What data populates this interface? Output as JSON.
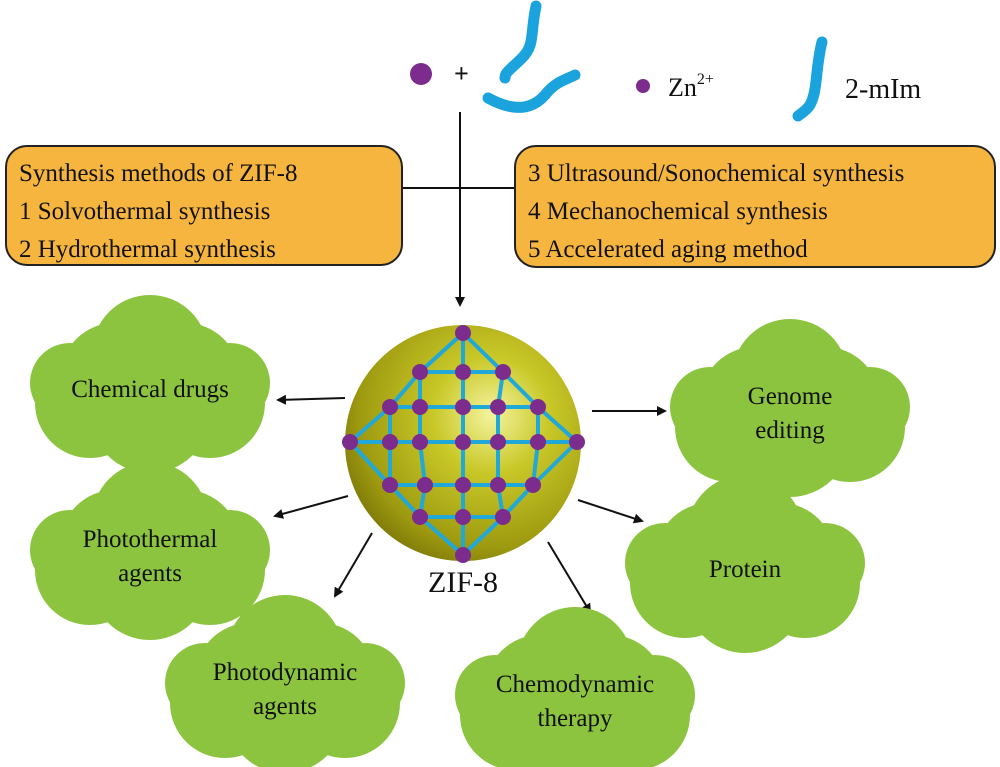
{
  "legend": {
    "plus": "+",
    "zn_label": "Zn",
    "zn_charge": "2+",
    "mim_label": "2-mIm"
  },
  "left_box": {
    "lines": [
      "Synthesis methods of ZIF-8",
      "1 Solvothermal synthesis",
      "2 Hydrothermal synthesis"
    ]
  },
  "right_box": {
    "lines": [
      "3 Ultrasound/Sonochemical synthesis",
      "4 Mechanochemical synthesis",
      "5 Accelerated aging method"
    ]
  },
  "center_label": "ZIF-8",
  "applications": [
    {
      "lines": [
        "Chemical drugs"
      ]
    },
    {
      "lines": [
        "Genome",
        "editing"
      ]
    },
    {
      "lines": [
        "Photothermal",
        "agents"
      ]
    },
    {
      "lines": [
        "Protein"
      ]
    },
    {
      "lines": [
        "Photodynamic",
        "agents"
      ]
    },
    {
      "lines": [
        "Chemodynamic",
        "therapy"
      ]
    }
  ],
  "colors": {
    "zn": "#7B2C8C",
    "mim": "#1BA3DD",
    "box": "#F5B53F",
    "cloud": "#8CC43F",
    "sphere": "#B5B51A"
  }
}
